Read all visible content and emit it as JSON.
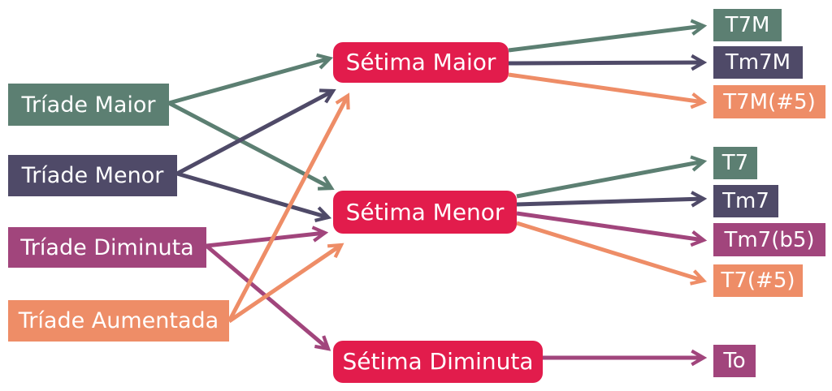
{
  "colors": {
    "major": "#5c7f72",
    "minor": "#4f4a68",
    "diminished": "#a1457c",
    "augmented": "#ee8d67",
    "seventh": "#e21c4c"
  },
  "triads": {
    "major": "Tríade Maior",
    "minor": "Tríade Menor",
    "diminished": "Tríade Diminuta",
    "augmented": "Tríade Aumentada"
  },
  "sevenths": {
    "major": "Sétima Maior",
    "minor": "Sétima Menor",
    "diminished": "Sétima Diminuta"
  },
  "chords": {
    "t7m": "T7M",
    "tm7m": "Tm7M",
    "t7m_sharp5": "T7M(#5)",
    "t7": "T7",
    "tm7": "Tm7",
    "tm7_b5": "Tm7(b5)",
    "t7_sharp5": "T7(#5)",
    "to": "To"
  }
}
